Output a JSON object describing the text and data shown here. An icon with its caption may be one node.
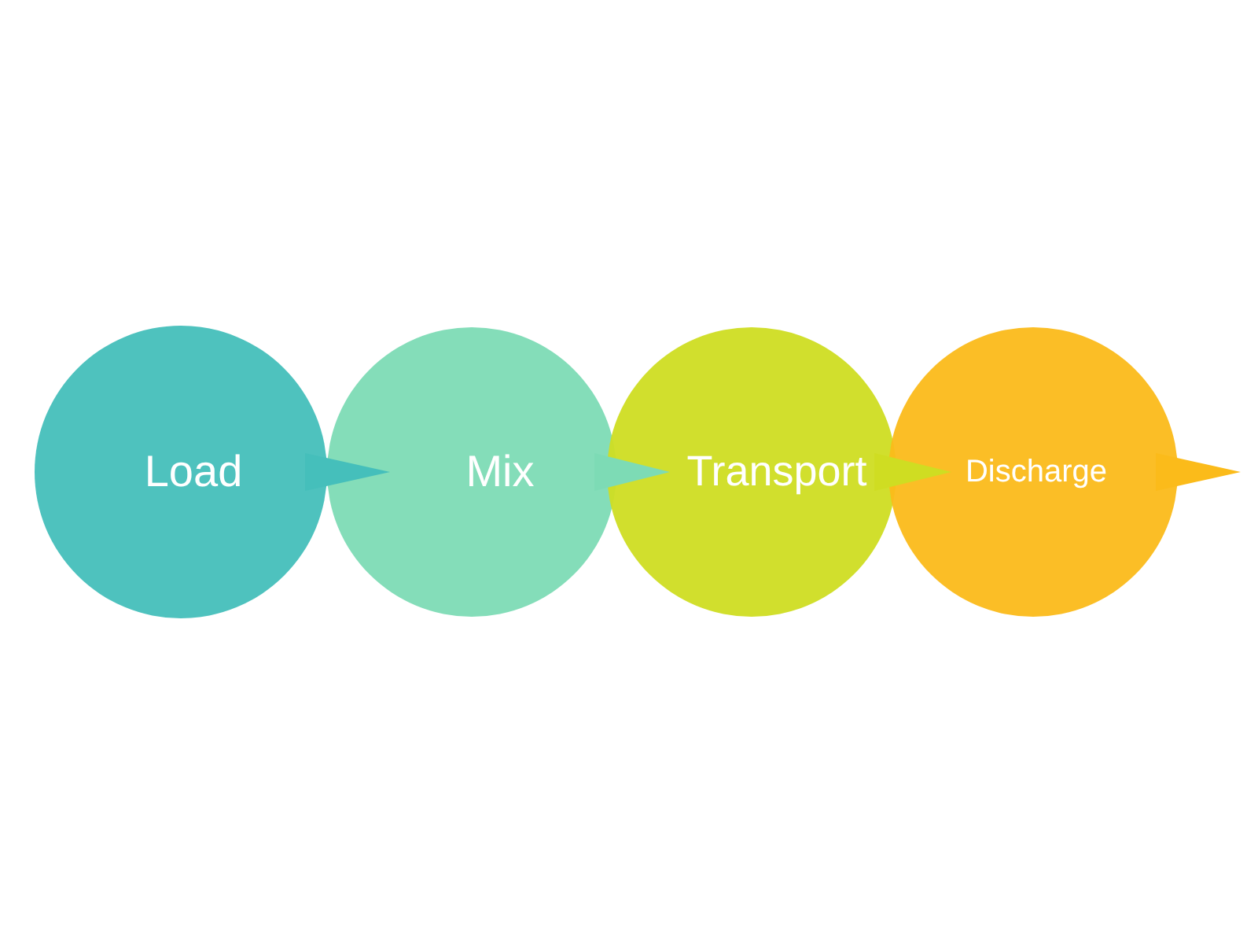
{
  "diagram": {
    "nodes": [
      {
        "text": [
          "Load"
        ]
      },
      {
        "text": [
          "Mix"
        ]
      },
      {
        "text": [
          "Transport"
        ]
      },
      {
        "text": [
          "Discharge"
        ]
      }
    ],
    "edges": [
      {
        "from": 0,
        "to": 1,
        "arrow": "to",
        "color": "#45bfbb"
      },
      {
        "from": 1,
        "to": 2,
        "arrow": "to",
        "color": "#7ddbb5"
      },
      {
        "from": 2,
        "to": 3,
        "arrow": "to",
        "color": "#cfdd22"
      },
      {
        "from": 3,
        "to": null,
        "arrow": "to",
        "color": "#fbbb1a"
      }
    ]
  }
}
